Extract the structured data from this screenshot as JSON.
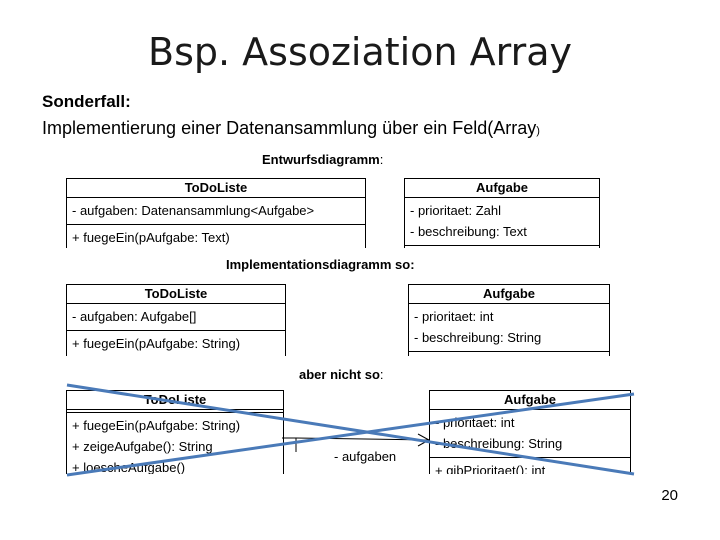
{
  "slide": {
    "title": "Bsp. Assoziation Array",
    "subheading": "Sonderfall:",
    "subtext_main": "Implementierung einer Datenansammlung über ein Feld(Array",
    "subtext_paren": ")",
    "page_number": "20"
  },
  "design_diagram": {
    "caption": "Entwurfsdiagramm",
    "caption_suffix": ":",
    "todoliste": {
      "name": "ToDoListe",
      "attributes": [
        "- aufgaben: Datenansammlung<Aufgabe>"
      ],
      "methods": [
        "+ fuegeEin(pAufgabe: Text)"
      ]
    },
    "aufgabe": {
      "name": "Aufgabe",
      "attributes": [
        "- prioritaet: Zahl",
        "- beschreibung: Text"
      ]
    }
  },
  "impl_diagram": {
    "caption": "Implementationsdiagramm so:",
    "todoliste": {
      "name": "ToDoListe",
      "attributes": [
        "- aufgaben: Aufgabe[]"
      ],
      "methods": [
        "+ fuegeEin(pAufgabe: String)"
      ]
    },
    "aufgabe": {
      "name": "Aufgabe",
      "attributes": [
        "- prioritaet: int",
        "- beschreibung: String"
      ]
    }
  },
  "wrong_diagram": {
    "caption": "aber nicht so",
    "caption_suffix": ":",
    "todoliste": {
      "name": "ToDoListe",
      "methods": [
        "+ fuegeEin(pAufgabe: String)",
        "+ zeigeAufgabe(): String",
        "+ loescheAufgabe()"
      ]
    },
    "aufgabe": {
      "name": "Aufgabe",
      "attributes": [
        "- prioritaet: int",
        "- beschreibung: String"
      ],
      "methods": [
        "+ gibPrioritaet(): int"
      ]
    },
    "association_label": "- aufgaben",
    "cross_color": "#4a7ab8"
  }
}
